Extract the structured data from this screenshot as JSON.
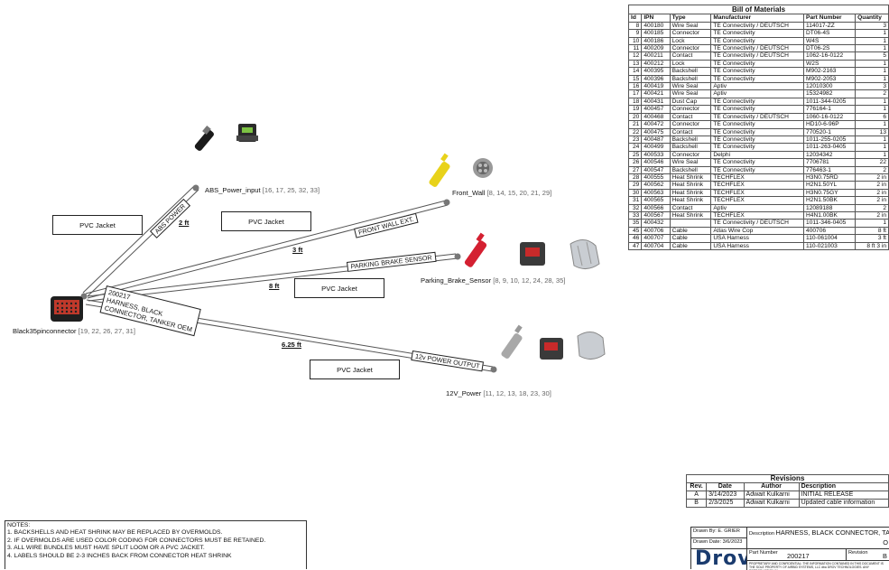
{
  "connectors": [
    {
      "name": "ABS_Power_input",
      "pins": "[16, 17, 25, 32, 33]"
    },
    {
      "name": "Front_Wall",
      "pins": "[8, 14, 15, 20, 21, 29]"
    },
    {
      "name": "Parking_Brake_Sensor",
      "pins": "[8, 9, 10, 12, 24, 28, 35]"
    },
    {
      "name": "Black35pinconnector",
      "pins": "[19, 22, 26, 27, 31]"
    },
    {
      "name": "12V_Power",
      "pins": "[11, 12, 13, 18, 23, 30]"
    }
  ],
  "jackets": [
    "PVC Jacket",
    "PVC Jacket",
    "PVC Jacket",
    "PVC Jacket"
  ],
  "distances": [
    "2 ft",
    "3 ft",
    "8 ft",
    "6.25 ft"
  ],
  "branch_labels": [
    "ABS POWER",
    "FRONT WALL EXT.",
    "PARKING BRAKE SENSOR",
    "12v POWER OUTPUT"
  ],
  "main_label": [
    "200217",
    "HARNESS, BLACK",
    "CONNECTOR, TANKER OEM"
  ],
  "bom": {
    "title": "Bill of Materials",
    "headers": [
      "Id",
      "IPN",
      "Type",
      "Manufacturer",
      "Part Number",
      "Quantity"
    ],
    "rows": [
      [
        "8",
        "400180",
        "Wire Seal",
        "TE Connectivity / DEUTSCH",
        "114017-ZZ",
        "3"
      ],
      [
        "9",
        "400185",
        "Connector",
        "TE Connectivity",
        "DT06-4S",
        "1"
      ],
      [
        "10",
        "400186",
        "Lock",
        "TE Connectivity",
        "W4S",
        "1"
      ],
      [
        "11",
        "400209",
        "Connector",
        "TE Connectivity / DEUTSCH",
        "DT06-2S",
        "1"
      ],
      [
        "12",
        "400211",
        "Contact",
        "TE Connectivity / DEUTSCH",
        "1062-16-0122",
        "5"
      ],
      [
        "13",
        "400212",
        "Lock",
        "TE Connectivity",
        "W2S",
        "1"
      ],
      [
        "14",
        "400395",
        "Backshell",
        "TE Connectivity",
        "M902-2163",
        "1"
      ],
      [
        "15",
        "400396",
        "Backshell",
        "TE Connectivity",
        "M902-2053",
        "1"
      ],
      [
        "16",
        "400419",
        "Wire Seal",
        "Aptiv",
        "12010300",
        "3"
      ],
      [
        "17",
        "400421",
        "Wire Seal",
        "Aptiv",
        "15324982",
        "2"
      ],
      [
        "18",
        "400431",
        "Dust Cap",
        "TE Connectivity",
        "1011-344-0205",
        "1"
      ],
      [
        "19",
        "400457",
        "Connector",
        "TE Connectivity",
        "776164-1",
        "1"
      ],
      [
        "20",
        "400468",
        "Contact",
        "TE Connectivity / DEUTSCH",
        "1060-16-0122",
        "6"
      ],
      [
        "21",
        "400472",
        "Connector",
        "TE Connectivity",
        "HD10-6-96P",
        "1"
      ],
      [
        "22",
        "400475",
        "Contact",
        "TE Connectivity",
        "770520-1",
        "13"
      ],
      [
        "23",
        "400487",
        "Backshell",
        "TE Connectivity",
        "1011-255-0205",
        "1"
      ],
      [
        "24",
        "400499",
        "Backshell",
        "TE Connectivity",
        "1011-263-0405",
        "1"
      ],
      [
        "25",
        "400533",
        "Connector",
        "Delphi",
        "12034342",
        "1"
      ],
      [
        "26",
        "400546",
        "Wire Seal",
        "TE Connectivity",
        "7706781",
        "22"
      ],
      [
        "27",
        "400547",
        "Backshell",
        "TE Connectivity",
        "776463-1",
        "2"
      ],
      [
        "28",
        "400555",
        "Heat Shrink",
        "TECHFLEX",
        "H3N0.75RD",
        "2 in"
      ],
      [
        "29",
        "400562",
        "Heat Shrink",
        "TECHFLEX",
        "H2N1.50YL",
        "2 in"
      ],
      [
        "30",
        "400563",
        "Heat Shrink",
        "TECHFLEX",
        "H3N0.75GY",
        "2 in"
      ],
      [
        "31",
        "400565",
        "Heat Shrink",
        "TECHFLEX",
        "H2N1.50BK",
        "2 in"
      ],
      [
        "32",
        "400566",
        "Contact",
        "Aptiv",
        "12089188",
        "2"
      ],
      [
        "33",
        "400567",
        "Heat Shrink",
        "TECHFLEX",
        "H4N1.00BK",
        "2 in"
      ],
      [
        "35",
        "400432",
        "",
        "TE Connectivity / DEUTSCH",
        "1011-346-0405",
        "1"
      ],
      [
        "45",
        "400706",
        "Cable",
        "Atlas Wire Cop",
        "400706",
        "8 ft"
      ],
      [
        "46",
        "400707",
        "Cable",
        "USA Harness",
        "110-061004",
        "3 ft"
      ],
      [
        "47",
        "400704",
        "Cable",
        "USA Harness",
        "110-021003",
        "8 ft 3 in"
      ]
    ]
  },
  "revisions": {
    "title": "Revisions",
    "headers": [
      "Rev.",
      "Date",
      "Author",
      "Description"
    ],
    "rows": [
      [
        "A",
        "3/14/2023",
        "Adwait Kulkarni",
        "INITIAL RELEASE"
      ],
      [
        "B",
        "2/3/2025",
        "Adwait Kulkarni",
        "Updated cable information"
      ]
    ]
  },
  "notes": {
    "title": "NOTES:",
    "items": [
      "1. BACKSHELLS AND HEAT SHRINK MAY BE REPLACED BY OVERMOLDS.",
      "2. IF OVERMOLDS ARE USED COLOR CODING FOR CONNECTORS MUST BE RETAINED.",
      "3. ALL WIRE BUNDLES MUST HAVE SPLIT LOOM OR A PVC JACKET.",
      "4. LABELS SHOULD BE 2-3 INCHES BACK FROM CONNECTOR HEAT SHRINK"
    ]
  },
  "title_block": {
    "drawn_by": "Drawn By:  E. GRIER",
    "drawn_date": "Drawn Date: 3/6/2023",
    "description_label": "Description",
    "description": "HARNESS, BLACK CONNECTOR, TANK",
    "description_suffix": "O",
    "part_number_label": "Part Number",
    "part_number": "200217",
    "revision_label": "Revision",
    "revision": "B",
    "logo": "Drov",
    "proprietary": "PROPRIETARY AND CONFIDENTIAL: THE INFORMATION CONTAINED IN THIS DOCUMENT IS THE SOLE PROPERTY OF AIRBID SYSTEMS, LLC dba DROV TECHNOLOGIES. ANY REPRODUCTION IN"
  },
  "colors": {
    "line": "#444444",
    "node": "#777777",
    "yellow": "#e8d21a",
    "red": "#d42031",
    "black": "#1a1a1a",
    "gray": "#a8a8a8"
  }
}
